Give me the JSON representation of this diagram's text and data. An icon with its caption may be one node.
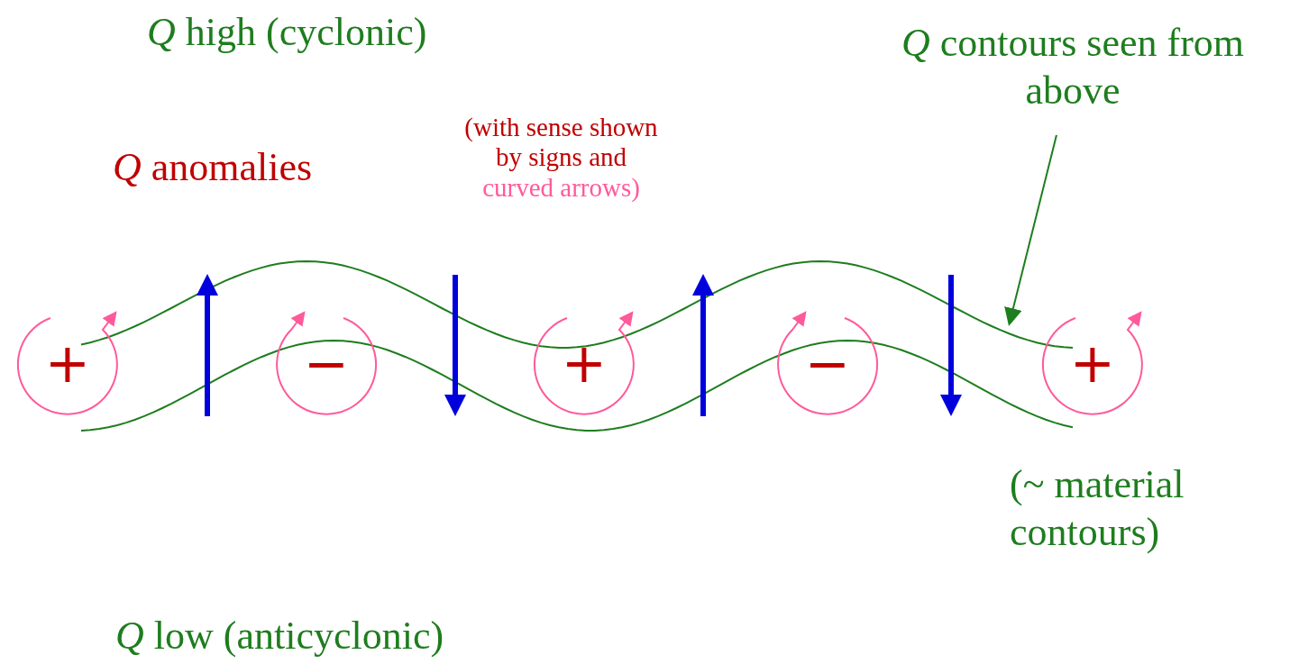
{
  "diagram": {
    "nodes": [
      {
        "text": [
          "*Q* contours seen from above"
        ]
      },
      {
        "text": [],
        "shape": "line"
      }
    ],
    "edges": [
      {
        "from": 0,
        "to": 1,
        "arrow": "to"
      }
    ],
    "labels": [
      "*Q* high (cyclonic)",
      "*Q* anomalies",
      "(with sense shown by signs and",
      "curved arrows)",
      "+",
      "−",
      "+",
      "−",
      "+",
      "(~ material contours)",
      "*Q* low (anticyclonic)"
    ]
  }
}
